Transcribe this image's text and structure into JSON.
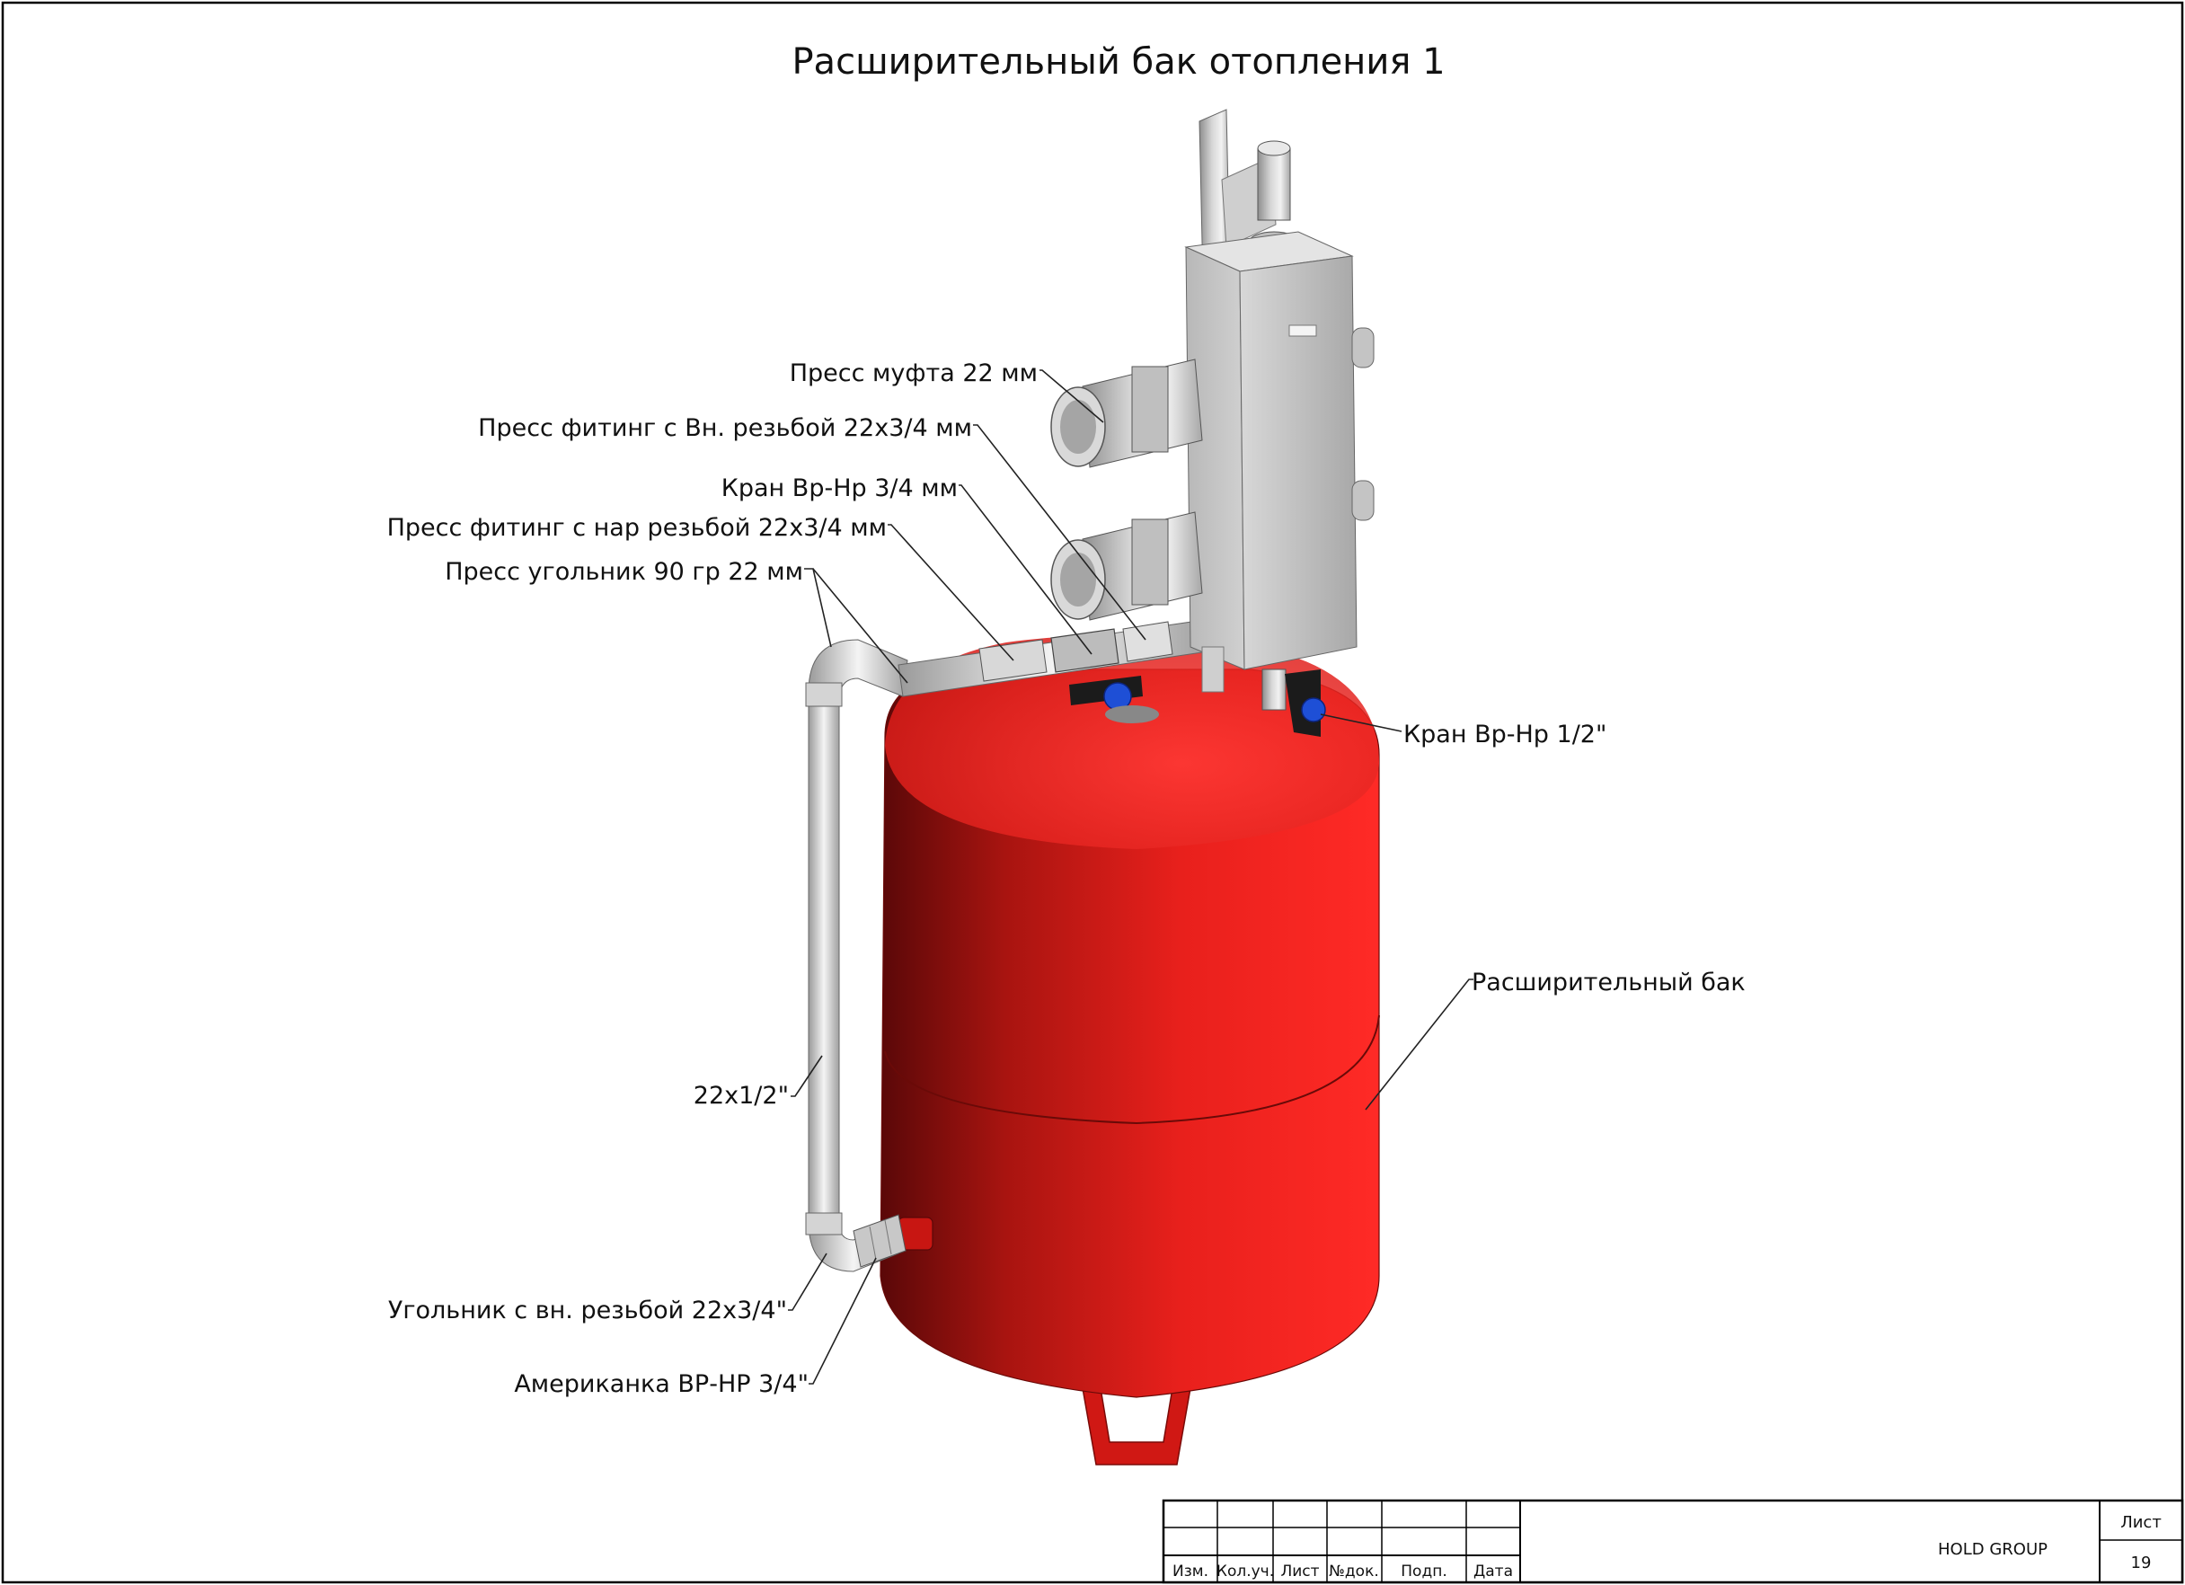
{
  "title": "Расширительный бак отопления 1",
  "labels": {
    "press_coupling": "Пресс муфта 22 мм",
    "press_fitting_inner": "Пресс фитинг с Вн. резьбой 22х3/4 мм",
    "valve_34": "Кран Вр-Нр 3/4 мм",
    "press_fitting_outer": "Пресс фитинг с нар резьбой 22х3/4 мм",
    "press_elbow": "Пресс угольник 90 гр 22 мм",
    "valve_12": "Кран Вр-Нр 1/2\"",
    "expansion_tank": "Расширительный бак",
    "pipe_size": "22х1/2\"",
    "elbow_inner_thread": "Угольник с вн. резьбой 22х3/4\"",
    "american_union": "Американка ВР-НР 3/4\""
  },
  "title_block": {
    "columns": [
      "Изм.",
      "Кол.уч.",
      "Лист",
      "№док.",
      "Подп.",
      "Дата"
    ],
    "company": "HOLD GROUP",
    "sheet_label": "Лист",
    "sheet_number": "19"
  },
  "colors": {
    "tank_red": "#e8201c",
    "steel": "#c8c8c8",
    "valve_blue": "#1e4fd6"
  }
}
